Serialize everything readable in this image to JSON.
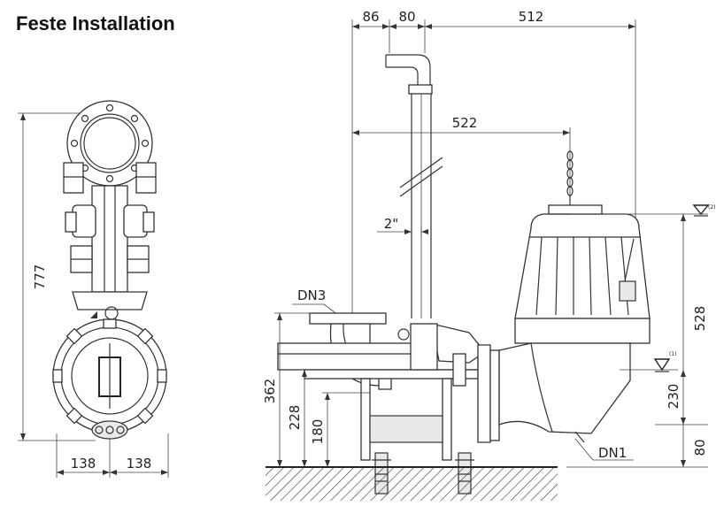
{
  "title": "Feste Installation",
  "dimensions": {
    "d86": "86",
    "d80top": "80",
    "d512": "512",
    "d522": "522",
    "d2in": "2\"",
    "d777": "777",
    "d138a": "138",
    "d138b": "138",
    "d362": "362",
    "d228": "228",
    "d180": "180",
    "d528": "528",
    "d230": "230",
    "d80bot": "80"
  },
  "labels": {
    "dn3": "DN3",
    "dn1": "DN1",
    "ref1": "(1)",
    "ref2": "(2)"
  }
}
